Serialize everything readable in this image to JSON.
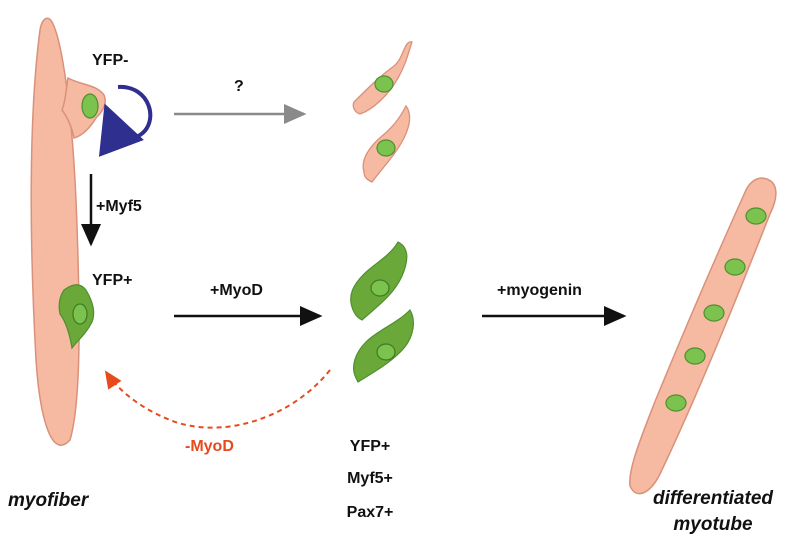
{
  "labels": {
    "yfp_neg": "YFP-",
    "question": "?",
    "myf5_step": "+Myf5",
    "yfp_pos": "YFP+",
    "myod_step": "+MyoD",
    "myogenin_step": "+myogenin",
    "myod_reverse": "-MyoD",
    "marker_yfp": "YFP+",
    "marker_myf5": "Myf5+",
    "marker_pax7": "Pax7+",
    "myofiber": "myofiber",
    "myotube_line1": "differentiated",
    "myotube_line2": "myotube"
  },
  "colors": {
    "fiber_fill": "#f6b9a2",
    "fiber_edge": "#d9917a",
    "nucleus": "#7cc24e",
    "nucleus_edge": "#4f8f2d",
    "green_cell": "#6aa83a",
    "self_renew_arrow": "#2e2f8f",
    "grey_arrow": "#8a8a8a",
    "black_arrow": "#111111",
    "red_arrow": "#e8491d"
  }
}
